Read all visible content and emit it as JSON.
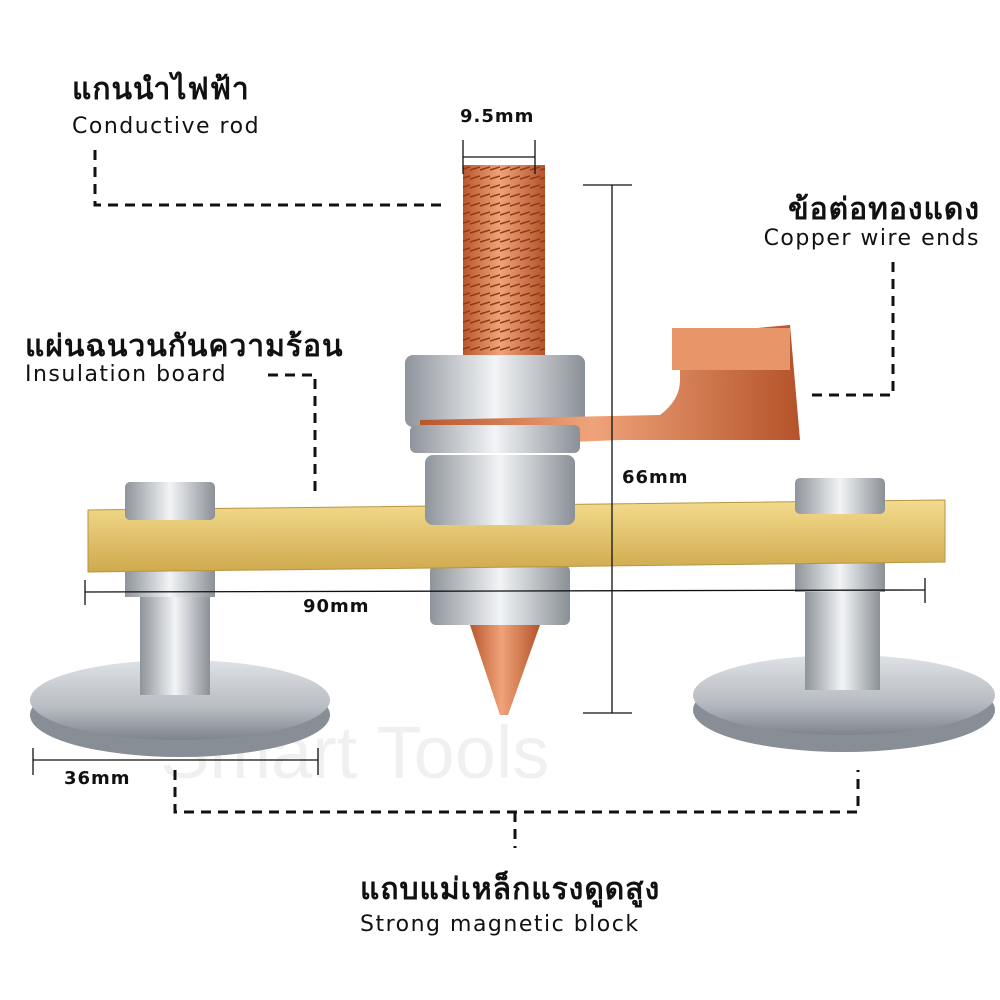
{
  "watermark": "Smart Tools",
  "labels": {
    "conductive_rod": {
      "thai": "แกนนำไฟฟ้า",
      "english": "Conductive rod"
    },
    "copper_wire_ends": {
      "thai": "ข้อต่อทองแดง",
      "english": "Copper wire ends"
    },
    "insulation_board": {
      "thai": "แผ่นฉนวนกันความร้อน",
      "english": "Insulation board"
    },
    "magnetic_block": {
      "thai": "แถบแม่เหล็กแรงดูดสูง",
      "english": "Strong magnetic block"
    }
  },
  "dimensions": {
    "rod_diameter": "9.5mm",
    "height": "66mm",
    "width": "90mm",
    "magnet_diameter": "36mm"
  },
  "colors": {
    "copper": "#d9774a",
    "board": "#e6c770",
    "steel": "#c9cdd2"
  }
}
